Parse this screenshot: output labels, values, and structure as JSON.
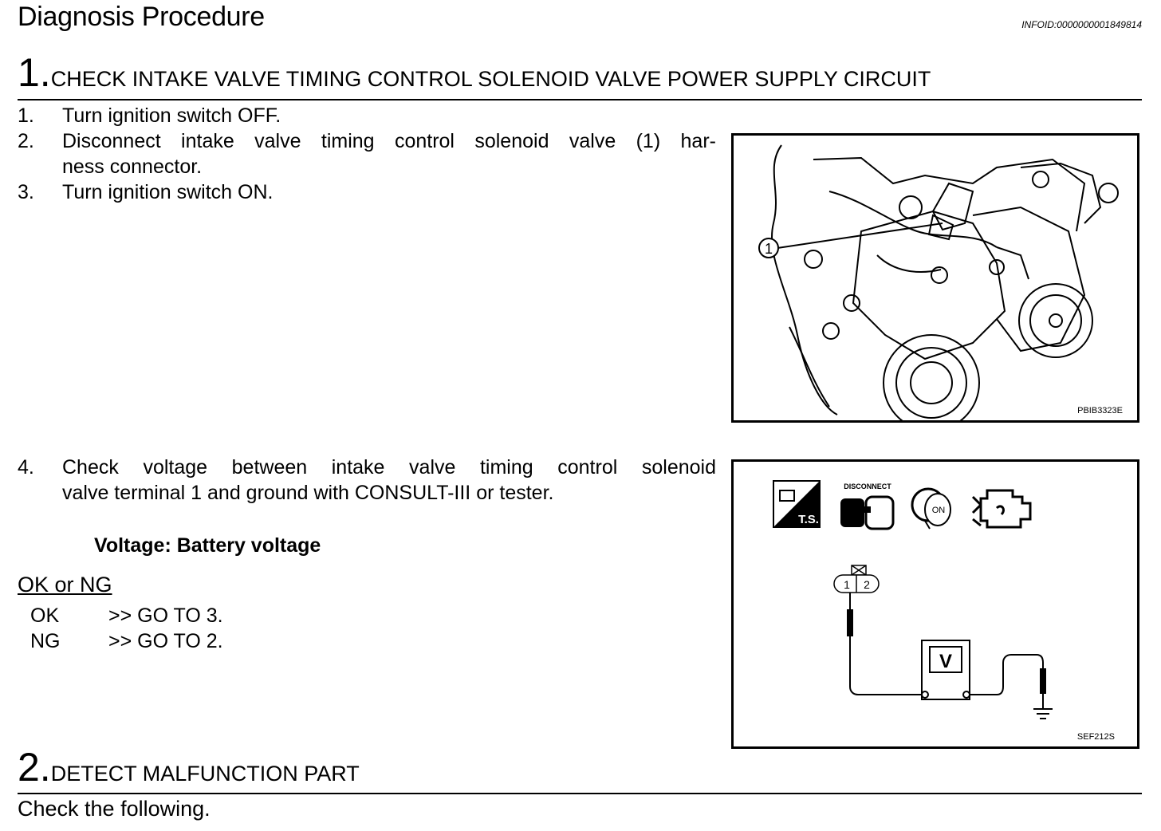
{
  "page": {
    "title": "Diagnosis Procedure",
    "info_id": "INFOID:0000000001849814"
  },
  "step1": {
    "number": "1.",
    "title": "CHECK INTAKE VALVE TIMING CONTROL SOLENOID VALVE POWER SUPPLY CIRCUIT",
    "items": [
      {
        "n": "1.",
        "text": "Turn ignition switch OFF."
      },
      {
        "n": "2.",
        "text": "Disconnect intake valve timing control solenoid valve (1) har-"
      },
      {
        "n": "",
        "text": "ness connector."
      },
      {
        "n": "3.",
        "text": "Turn ignition switch ON."
      }
    ],
    "item4": {
      "n": "4.",
      "line1": "Check voltage between intake valve timing control solenoid",
      "line2": "valve terminal 1 and ground with CONSULT-III or tester."
    },
    "spec": "Voltage: Battery voltage",
    "ok_ng_heading": "OK or NG",
    "results": [
      {
        "k": "OK",
        "v": ">> GO TO 3."
      },
      {
        "k": "NG",
        "v": ">> GO TO 2."
      }
    ]
  },
  "figure1": {
    "code": "PBIB3323E",
    "callout": "1"
  },
  "figure2": {
    "code": "SEF212S",
    "icon_ts": "T.S.",
    "icon_disconnect": "DISCONNECT",
    "icon_on": "ON",
    "connector_pins": [
      "1",
      "2"
    ],
    "meter": "V"
  },
  "step2": {
    "number": "2.",
    "title": "DETECT MALFUNCTION PART",
    "intro": "Check the following."
  }
}
